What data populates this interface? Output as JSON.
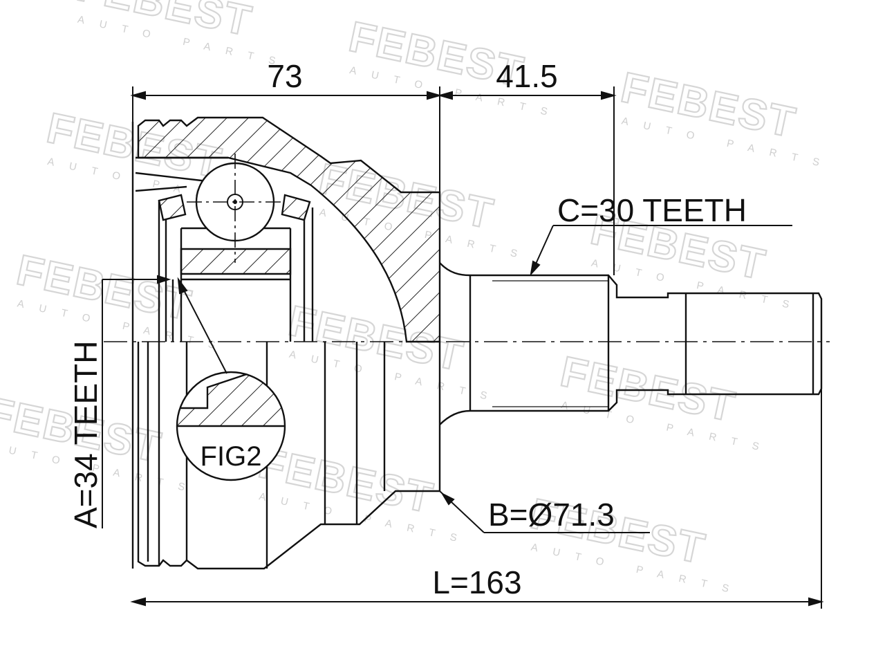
{
  "watermark": {
    "brand": "FEBEST",
    "tagline": "AUTO PARTS"
  },
  "dimensions": {
    "housing_length": "73",
    "stub_length": "41.5",
    "total_length": "L=163",
    "outer_spline": "C=30 TEETH",
    "inner_spline": "A=34 TEETH",
    "outer_diameter": "B=Ø71.3"
  },
  "detail_label": "FIG2"
}
